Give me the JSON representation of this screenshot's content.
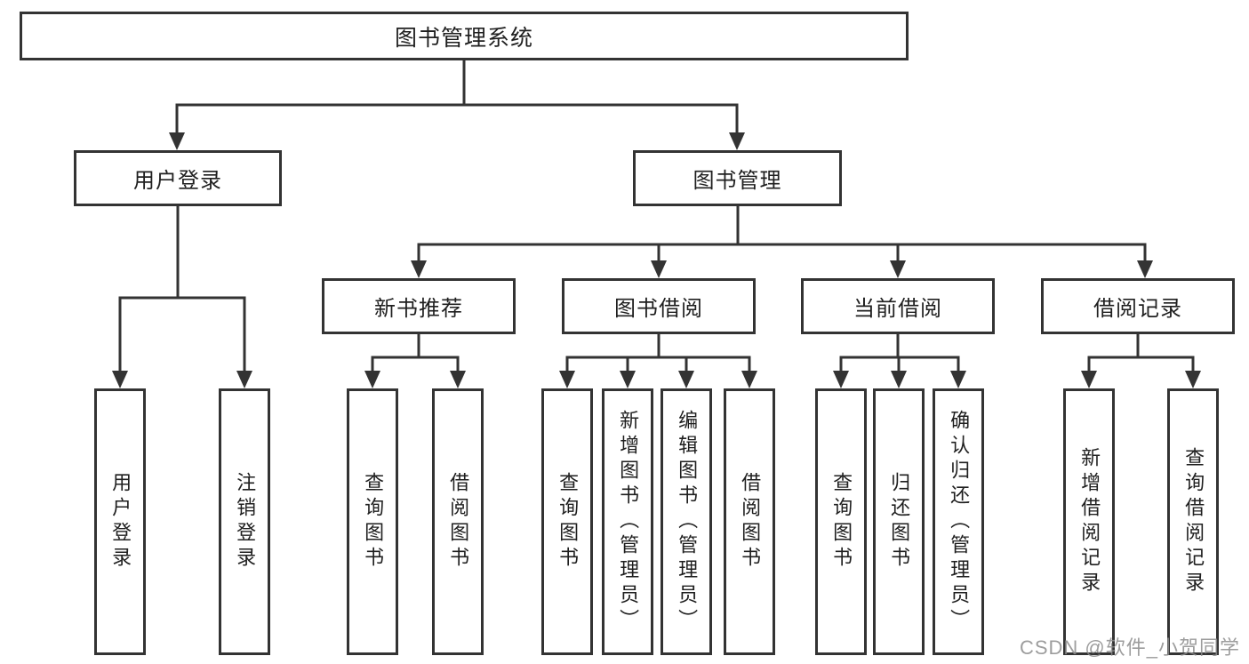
{
  "diagram_type": "hierarchy-tree",
  "hierarchy": {
    "label": "图书管理系统",
    "children": [
      {
        "label": "用户登录",
        "children": [
          {
            "label": "用户登录"
          },
          {
            "label": "注销登录"
          }
        ]
      },
      {
        "label": "图书管理",
        "children": [
          {
            "label": "新书推荐",
            "children": [
              {
                "label": "查询图书"
              },
              {
                "label": "借阅图书"
              }
            ]
          },
          {
            "label": "图书借阅",
            "children": [
              {
                "label": "查询图书"
              },
              {
                "label": "新增图书（管理员）"
              },
              {
                "label": "编辑图书（管理员）"
              },
              {
                "label": "借阅图书"
              }
            ]
          },
          {
            "label": "当前借阅",
            "children": [
              {
                "label": "查询图书"
              },
              {
                "label": "归还图书"
              },
              {
                "label": "确认归还（管理员）"
              }
            ]
          },
          {
            "label": "借阅记录",
            "children": [
              {
                "label": "新增借阅记录"
              },
              {
                "label": "查询借阅记录"
              }
            ]
          }
        ]
      }
    ]
  },
  "watermark": {
    "text": "CSDN @软件_小贺同学"
  },
  "colors": {
    "line": "#333333",
    "text": "#1f1f1f",
    "background": "#ffffff",
    "watermark_gray": "#8c8c8c"
  }
}
